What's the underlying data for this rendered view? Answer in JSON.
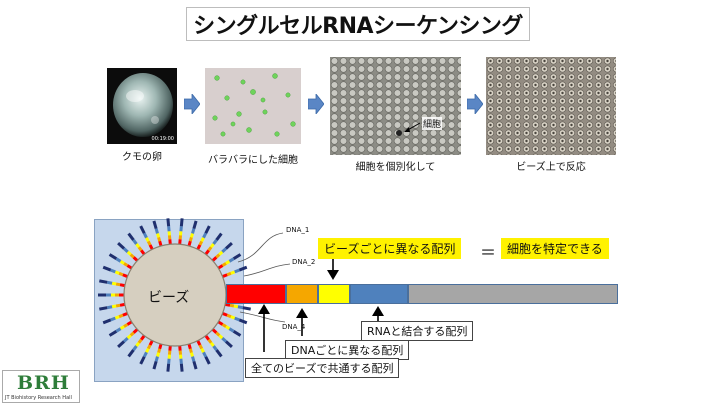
{
  "title": "シングルセルRNAシーケンシング",
  "steps": [
    {
      "caption": "クモの卵",
      "timestamp": "00:19:00"
    },
    {
      "caption": "バラバラにした細胞"
    },
    {
      "caption": "細胞を個別化して",
      "annotation": "細胞"
    },
    {
      "caption": "ビーズ上で反応"
    }
  ],
  "diagram": {
    "bead_label": "ビーズ",
    "dna_labels": [
      "DNA_1",
      "DNA_2",
      "DNA_4"
    ],
    "yellow_label_left": "ビーズごとに異なる配列",
    "equals": "＝",
    "yellow_label_right": "細胞を特定できる",
    "label_rna": "RNAと結合する配列",
    "label_dna": "DNAごとに異なる配列",
    "label_common": "全てのビーズで共通する配列",
    "colors": {
      "common": "#ff0000",
      "dna_specific": "#f5a700",
      "bead_specific": "#ffff00",
      "rna": "#4f81bd",
      "tail": "#a6a6a6",
      "panel": "#c6d7ec",
      "bead": "#d6cfc0"
    }
  },
  "logo": {
    "mark": "BRH",
    "text": "JT Biohistory Research Hall"
  }
}
